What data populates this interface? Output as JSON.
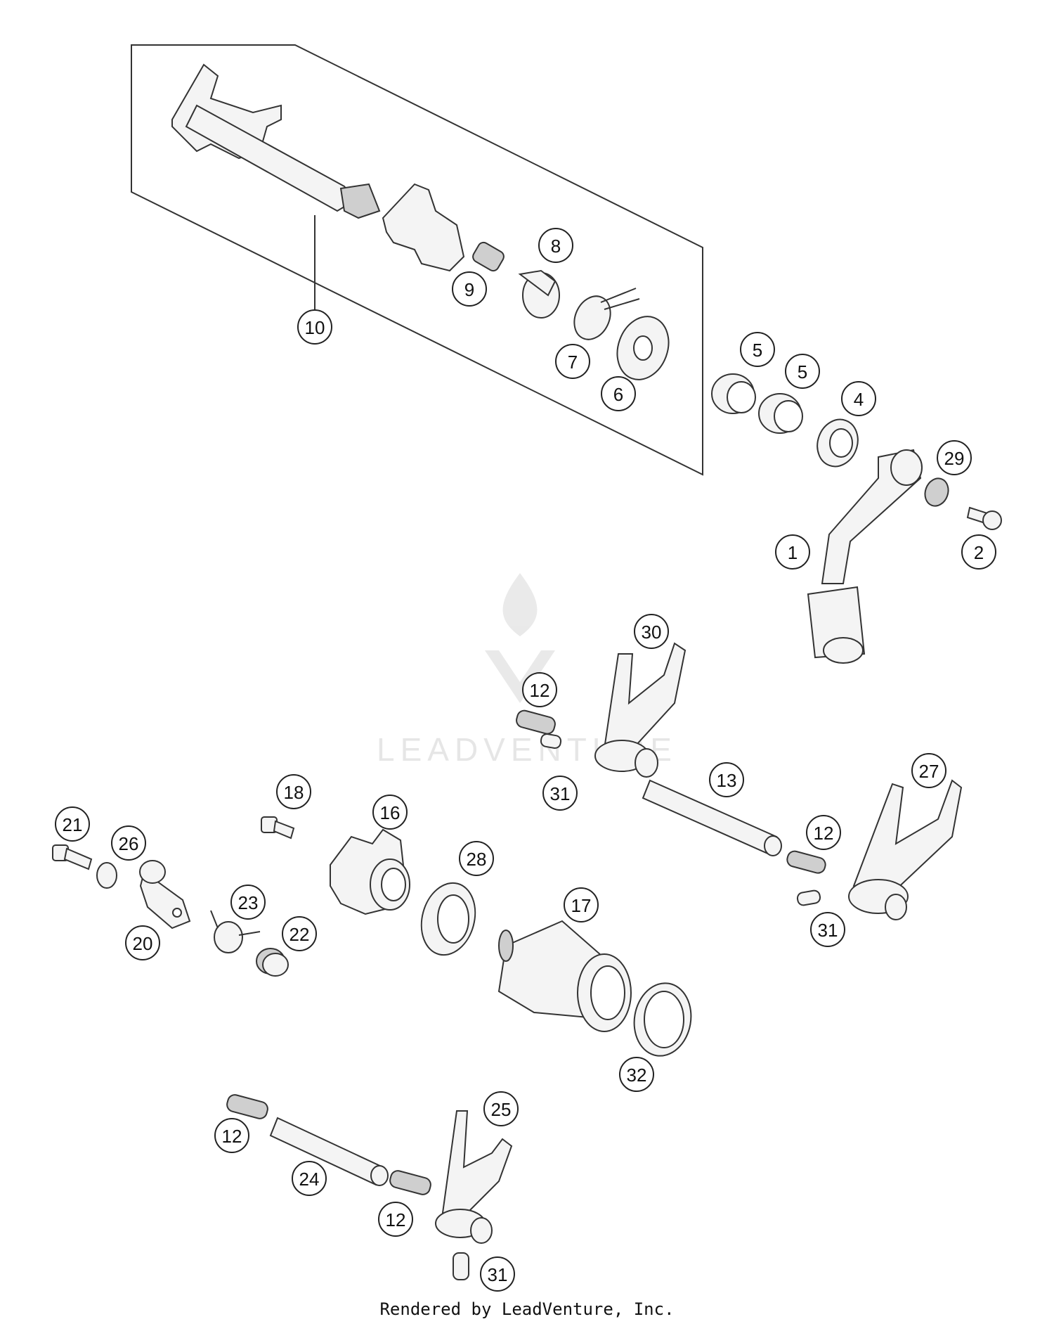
{
  "callouts": [
    {
      "label": "1"
    },
    {
      "label": "2"
    },
    {
      "label": "4"
    },
    {
      "label": "5"
    },
    {
      "label": "5"
    },
    {
      "label": "6"
    },
    {
      "label": "7"
    },
    {
      "label": "8"
    },
    {
      "label": "9"
    },
    {
      "label": "10"
    },
    {
      "label": "12"
    },
    {
      "label": "12"
    },
    {
      "label": "12"
    },
    {
      "label": "12"
    },
    {
      "label": "13"
    },
    {
      "label": "16"
    },
    {
      "label": "17"
    },
    {
      "label": "18"
    },
    {
      "label": "20"
    },
    {
      "label": "21"
    },
    {
      "label": "22"
    },
    {
      "label": "23"
    },
    {
      "label": "24"
    },
    {
      "label": "25"
    },
    {
      "label": "26"
    },
    {
      "label": "27"
    },
    {
      "label": "28"
    },
    {
      "label": "29"
    },
    {
      "label": "30"
    },
    {
      "label": "31"
    },
    {
      "label": "31"
    },
    {
      "label": "31"
    },
    {
      "label": "32"
    }
  ],
  "watermark": {
    "text": "LEADVENTURE"
  },
  "footer": {
    "text": "Rendered by LeadVenture, Inc."
  }
}
